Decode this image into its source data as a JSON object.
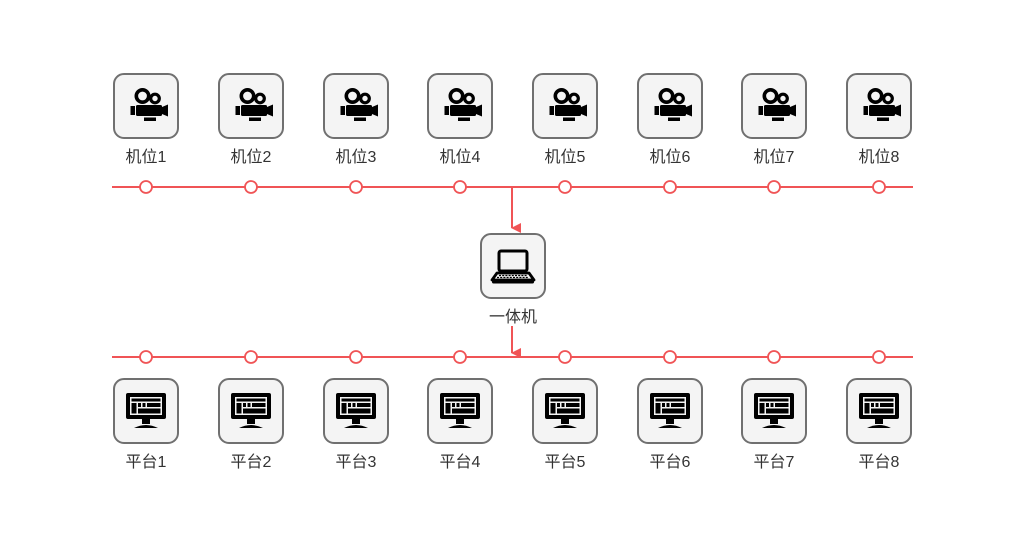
{
  "colors": {
    "accent": "#f05456",
    "node_border": "#707070",
    "node_fill": "#f4f4f4"
  },
  "cameras": {
    "icon": "video-camera-icon",
    "items": [
      {
        "label": "机位1"
      },
      {
        "label": "机位2"
      },
      {
        "label": "机位3"
      },
      {
        "label": "机位4"
      },
      {
        "label": "机位5"
      },
      {
        "label": "机位6"
      },
      {
        "label": "机位7"
      },
      {
        "label": "机位8"
      }
    ]
  },
  "hub": {
    "icon": "laptop-icon",
    "label": "一体机"
  },
  "platforms": {
    "icon": "monitor-icon",
    "items": [
      {
        "label": "平台1"
      },
      {
        "label": "平台2"
      },
      {
        "label": "平台3"
      },
      {
        "label": "平台4"
      },
      {
        "label": "平台5"
      },
      {
        "label": "平台6"
      },
      {
        "label": "平台7"
      },
      {
        "label": "平台8"
      }
    ]
  }
}
